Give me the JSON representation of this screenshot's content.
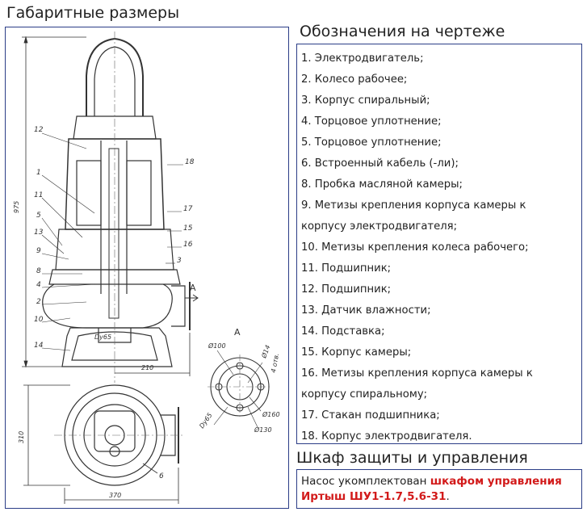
{
  "headings": {
    "dimensions": "Габаритные размеры",
    "legend": "Обозначения на чертеже",
    "control": "Шкаф защиты и управления"
  },
  "legend_lines": [
    "1. Электродвигатель;",
    "2. Колесо рабочее;",
    "3. Корпус спиральный;",
    "4. Торцовое уплотнение;",
    "5. Торцовое уплотнение;",
    "6. Встроенный кабель (-ли);",
    "8. Пробка масляной камеры;",
    "9. Метизы крепления корпуса камеры к",
    "корпусу электродвигателя;",
    "10. Метизы крепления колеса рабочего;",
    "11. Подшипник;",
    "12. Подшипник;",
    "13. Датчик влажности;",
    "14. Подставка;",
    "15. Корпус камеры;",
    "16. Метизы крепления корпуса камеры к",
    "корпусу спиральному;",
    "17. Стакан подшипника;",
    "18. Корпус электродвигателя."
  ],
  "note": {
    "prefix": "Насос укомплектован ",
    "highlight1": "шкафом управления",
    "highlight2": "Иртыш ШУ1-1.7,5.6-31",
    "suffix": "."
  },
  "drawing": {
    "callouts_left": [
      "12",
      "1",
      "11",
      "5",
      "13",
      "9",
      "8",
      "4",
      "2",
      "10",
      "14"
    ],
    "callouts_right": [
      "18",
      "17",
      "15",
      "16",
      "3"
    ],
    "dim_height": "975",
    "dim_width_top": "210",
    "dim_width_bottom": "370",
    "dim_depth": "310",
    "outlet_label": "Dy65",
    "view_arrow": "A",
    "view_title": "A",
    "flange_d100": "Ø100",
    "flange_d14": "Ø14",
    "flange_holes": "4 отв.",
    "flange_d160": "Ø160",
    "flange_d130": "Ø130",
    "flange_dy": "Dy65",
    "cable_callout": "6"
  },
  "colors": {
    "frame_border": "#2b3d87",
    "highlight": "#d21a1a",
    "line": "#333333"
  }
}
